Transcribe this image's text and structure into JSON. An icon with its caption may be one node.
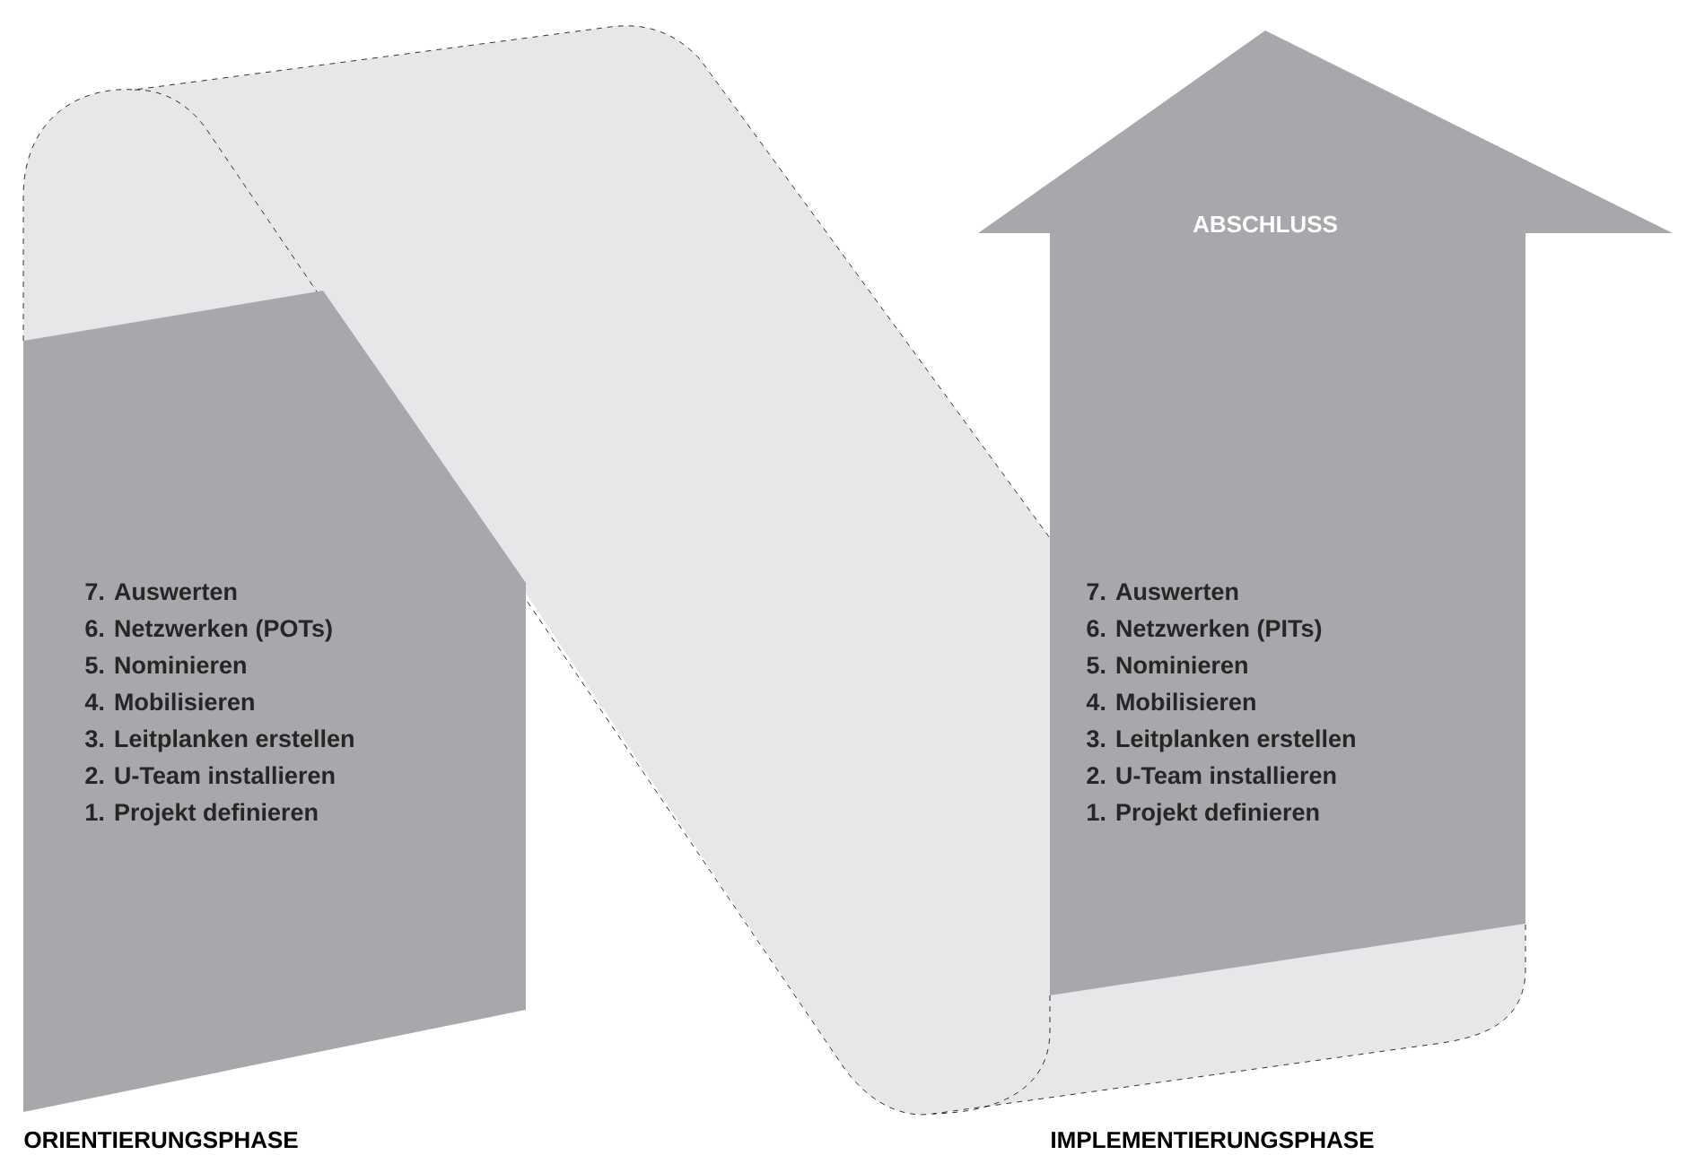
{
  "diagram": {
    "nodes": [
      {
        "text": [
          "7. Auswerten",
          "6. Netzwerken (POTs)",
          "5. Nominieren",
          "4. Mobilisieren",
          "3. Leitplanken erstellen",
          "2. U-Team installieren",
          "1. Projekt definieren"
        ]
      },
      {
        "text": [
          "ABSCHLUSS",
          "7. Auswerten",
          "6. Netzwerken (PITs)",
          "5. Nominieren",
          "4. Mobilisieren",
          "3. Leitplanken erstellen",
          "2. U-Team installieren",
          "1. Projekt definieren"
        ]
      }
    ],
    "labels": [
      "ORIENTIERUNGSPHASE",
      "IMPLEMENTIERUNGSPHASE"
    ]
  }
}
